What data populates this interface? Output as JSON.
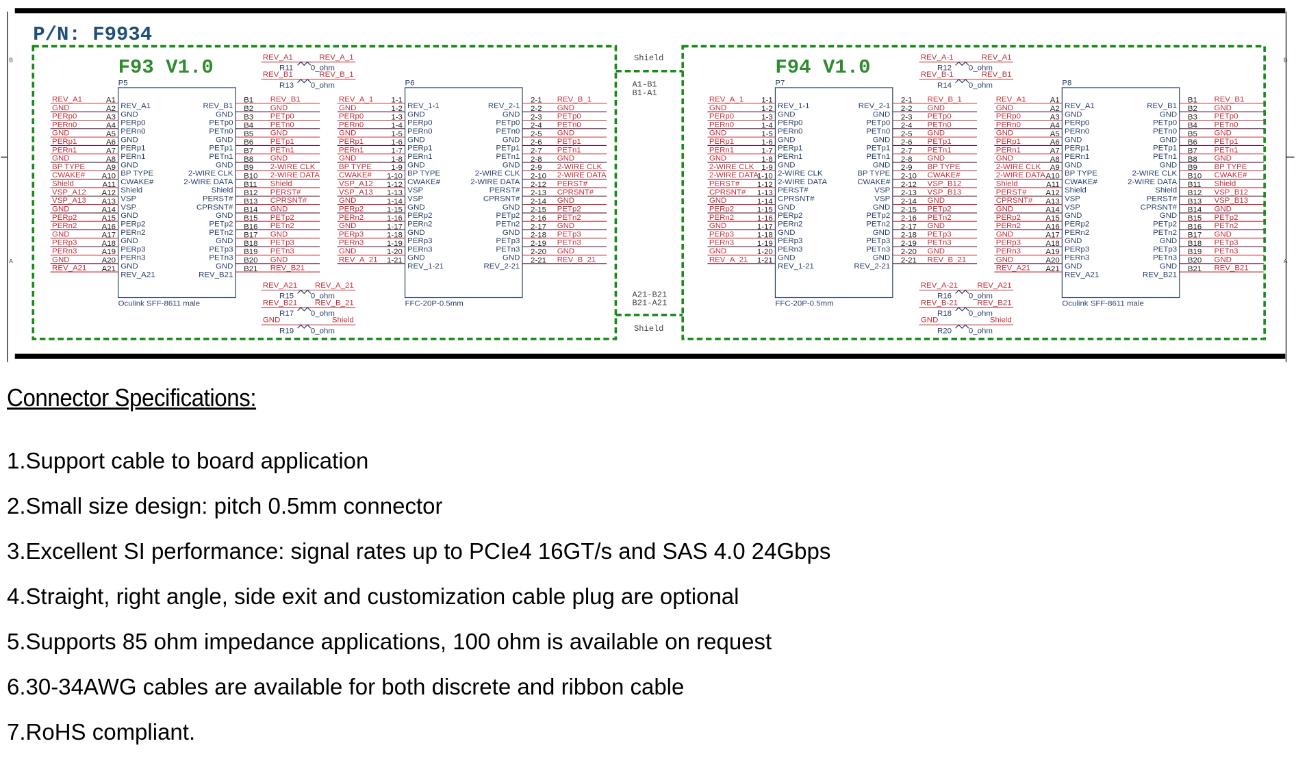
{
  "title": {
    "part_number": "P/N: F9934"
  },
  "colors": {
    "border_green": "#1a8a1a",
    "title_green": "#2e8b2e",
    "pn_blue": "#1f4f7a",
    "net_red": "#c0303a",
    "wire_dark": "#5a1a3a",
    "box_blue": "#2a3f6a",
    "frame_black": "#000000"
  },
  "frame": {
    "zone_left": [
      "B",
      "A"
    ],
    "zone_right": [
      "B",
      "A"
    ]
  },
  "middle": {
    "shield_top": "Shield",
    "pair_top_1": "A1-B1",
    "pair_top_2": "B1-A1",
    "pair_bottom_1": "A21-B21",
    "pair_bottom_2": "B21-A21",
    "shield_bottom": "Shield"
  },
  "boards": [
    {
      "title": "F93 V1.0",
      "resistors_top": [
        {
          "left": "REV_A1",
          "right": "REV_A_1",
          "ref": "R11",
          "value": "0_ohm"
        },
        {
          "left": "REV_B1",
          "right": "REV_B_1",
          "ref": "R13",
          "value": "0_ohm"
        }
      ],
      "resistors_bottom": [
        {
          "left": "REV_A21",
          "right": "REV_A_21",
          "ref": "R15",
          "value": "0_ohm"
        },
        {
          "left": "REV_B21",
          "right": "REV_B_21",
          "ref": "R17",
          "value": "0_ohm"
        },
        {
          "left": "GND",
          "right": "Shield",
          "ref": "R19",
          "value": "0_ohm"
        }
      ],
      "connectors": [
        {
          "ref": "P5",
          "footprint": "Oculink SFF-8611 male",
          "left_pins": [
            "A1",
            "A2",
            "A3",
            "A4",
            "A5",
            "A6",
            "A7",
            "A8",
            "A9",
            "A10",
            "A11",
            "A12",
            "A13",
            "A14",
            "A15",
            "A16",
            "A17",
            "A18",
            "A19",
            "A20",
            "A21"
          ],
          "left_nets": [
            "REV_A1",
            "GND",
            "PERp0",
            "PERn0",
            "GND",
            "PERp1",
            "PERn1",
            "GND",
            "BP TYPE",
            "CWAKE#",
            "Shield",
            "VSP_A12",
            "VSP_A13",
            "GND",
            "PERp2",
            "PERn2",
            "GND",
            "PERp3",
            "PERn3",
            "GND",
            "REV_A21"
          ],
          "left_inner": [
            "REV_A1",
            "GND",
            "PERp0",
            "PERn0",
            "GND",
            "PERp1",
            "PERn1",
            "GND",
            "BP TYPE",
            "CWAKE#",
            "Shield",
            "VSP",
            "VSP",
            "GND",
            "PERp2",
            "PERn2",
            "GND",
            "PERp3",
            "PERn3",
            "GND",
            "REV_A21"
          ],
          "right_pins": [
            "B1",
            "B2",
            "B3",
            "B4",
            "B5",
            "B6",
            "B7",
            "B8",
            "B9",
            "B10",
            "B11",
            "B12",
            "B13",
            "B14",
            "B15",
            "B16",
            "B17",
            "B18",
            "B19",
            "B20",
            "B21"
          ],
          "right_nets": [
            "REV_B1",
            "GND",
            "PETp0",
            "PETn0",
            "GND",
            "PETp1",
            "PETn1",
            "GND",
            "2-WIRE CLK",
            "2-WIRE DATA",
            "Shield",
            "PERST#",
            "CPRSNT#",
            "GND",
            "PETp2",
            "PETn2",
            "GND",
            "PETp3",
            "PETn3",
            "GND",
            "REV_B21"
          ],
          "right_inner": [
            "REV_B1",
            "GND",
            "PETp0",
            "PETn0",
            "GND",
            "PETp1",
            "PETn1",
            "GND",
            "2-WIRE CLK",
            "2-WIRE DATA",
            "Shield",
            "PERST#",
            "CPRSNT#",
            "GND",
            "PETp2",
            "PETn2",
            "GND",
            "PETp3",
            "PETn3",
            "GND",
            "REV_B21"
          ]
        },
        {
          "ref": "P6",
          "footprint": "FFC-20P-0.5mm",
          "left_pins": [
            "1-1",
            "1-2",
            "1-3",
            "1-4",
            "1-5",
            "1-6",
            "1-7",
            "1-8",
            "1-9",
            "1-10",
            "1-12",
            "1-13",
            "1-14",
            "1-15",
            "1-16",
            "1-17",
            "1-18",
            "1-19",
            "1-20",
            "1-21"
          ],
          "left_nets": [
            "REV_A_1",
            "GND",
            "PERp0",
            "PERn0",
            "GND",
            "PERp1",
            "PERn1",
            "GND",
            "BP TYPE",
            "CWAKE#",
            "VSP_A12",
            "VSP_A13",
            "GND",
            "PERp2",
            "PERn2",
            "GND",
            "PERp3",
            "PERn3",
            "GND",
            "REV_A_21"
          ],
          "left_inner": [
            "REV_1-1",
            "GND",
            "PERp0",
            "PERn0",
            "GND",
            "PERp1",
            "PERn1",
            "GND",
            "BP TYPE",
            "CWAKE#",
            "VSP",
            "VSP",
            "GND",
            "PERp2",
            "PERn2",
            "GND",
            "PERp3",
            "PERn3",
            "GND",
            "REV_1-21"
          ],
          "right_pins": [
            "2-1",
            "2-2",
            "2-3",
            "2-4",
            "2-5",
            "2-6",
            "2-7",
            "2-8",
            "2-9",
            "2-10",
            "2-12",
            "2-13",
            "2-14",
            "2-15",
            "2-16",
            "2-17",
            "2-18",
            "2-19",
            "2-20",
            "2-21"
          ],
          "right_nets": [
            "REV_B_1",
            "GND",
            "PETp0",
            "PETn0",
            "GND",
            "PETp1",
            "PETn1",
            "GND",
            "2-WIRE CLK",
            "2-WIRE DATA",
            "PERST#",
            "CPRSNT#",
            "GND",
            "PETp2",
            "PETn2",
            "GND",
            "PETp3",
            "PETn3",
            "GND",
            "REV_B_21"
          ],
          "right_inner": [
            "REV_2-1",
            "GND",
            "PETp0",
            "PETn0",
            "GND",
            "PETp1",
            "PETn1",
            "GND",
            "2-WIRE CLK",
            "2-WIRE DATA",
            "PERST#",
            "CPRSNT#",
            "GND",
            "PETp2",
            "PETn2",
            "GND",
            "PETp3",
            "PETn3",
            "GND",
            "REV_2-21"
          ]
        }
      ]
    },
    {
      "title": "F94 V1.0",
      "resistors_top": [
        {
          "left": "REV_A-1",
          "right": "REV_A1",
          "ref": "R12",
          "value": "0_ohm"
        },
        {
          "left": "REV_B-1",
          "right": "REV_B1",
          "ref": "R14",
          "value": "0_ohm"
        }
      ],
      "resistors_bottom": [
        {
          "left": "REV_A-21",
          "right": "REV_A21",
          "ref": "R16",
          "value": "0_ohm"
        },
        {
          "left": "REV_B-21",
          "right": "REV_B21",
          "ref": "R18",
          "value": "0_ohm"
        },
        {
          "left": "GND",
          "right": "Shield",
          "ref": "R20",
          "value": "0_ohm"
        }
      ],
      "connectors": [
        {
          "ref": "P7",
          "footprint": "FFC-20P-0.5mm",
          "left_pins": [
            "1-1",
            "1-2",
            "1-3",
            "1-4",
            "1-5",
            "1-6",
            "1-7",
            "1-8",
            "1-9",
            "1-10",
            "1-12",
            "1-13",
            "1-14",
            "1-15",
            "1-16",
            "1-17",
            "1-18",
            "1-19",
            "1-20",
            "1-21"
          ],
          "left_nets": [
            "REV_A_1",
            "GND",
            "PERp0",
            "PERn0",
            "GND",
            "PERp1",
            "PERn1",
            "GND",
            "2-WIRE CLK",
            "2-WIRE DATA",
            "PERST#",
            "CPRSNT#",
            "GND",
            "PERp2",
            "PERn2",
            "GND",
            "PERp3",
            "PERn3",
            "GND",
            "REV_A_21"
          ],
          "left_inner": [
            "REV_1-1",
            "GND",
            "PERp0",
            "PERn0",
            "GND",
            "PERp1",
            "PERn1",
            "GND",
            "2-WIRE CLK",
            "2-WIRE DATA",
            "PERST#",
            "CPRSNT#",
            "GND",
            "PERp2",
            "PERn2",
            "GND",
            "PERp3",
            "PERn3",
            "GND",
            "REV_1-21"
          ],
          "right_pins": [
            "2-1",
            "2-2",
            "2-3",
            "2-4",
            "2-5",
            "2-6",
            "2-7",
            "2-8",
            "2-9",
            "2-10",
            "2-12",
            "2-13",
            "2-14",
            "2-15",
            "2-16",
            "2-17",
            "2-18",
            "2-19",
            "2-20",
            "2-21"
          ],
          "right_nets": [
            "REV_B_1",
            "GND",
            "PETp0",
            "PETn0",
            "GND",
            "PETp1",
            "PETn1",
            "GND",
            "BP TYPE",
            "CWAKE#",
            "VSP_B12",
            "VSP_B13",
            "GND",
            "PETp2",
            "PETn2",
            "GND",
            "PETp3",
            "PETn3",
            "GND",
            "REV_B_21"
          ],
          "right_inner": [
            "REV_2-1",
            "GND",
            "PETp0",
            "PETn0",
            "GND",
            "PETp1",
            "PETn1",
            "GND",
            "BP TYPE",
            "CWAKE#",
            "VSP",
            "VSP",
            "GND",
            "PETp2",
            "PETn2",
            "GND",
            "PETp3",
            "PETn3",
            "GND",
            "REV_2-21"
          ]
        },
        {
          "ref": "P8",
          "footprint": "Oculink SFF-8611 male",
          "left_pins": [
            "A1",
            "A2",
            "A3",
            "A4",
            "A5",
            "A6",
            "A7",
            "A8",
            "A9",
            "A10",
            "A11",
            "A12",
            "A13",
            "A14",
            "A15",
            "A16",
            "A17",
            "A18",
            "A19",
            "A20",
            "A21"
          ],
          "left_nets": [
            "REV_A1",
            "GND",
            "PERp0",
            "PERn0",
            "GND",
            "PERp1",
            "PERn1",
            "GND",
            "2-WIRE CLK",
            "2-WIRE DATA",
            "Shield",
            "PERST#",
            "CPRSNT#",
            "GND",
            "PERp2",
            "PERn2",
            "GND",
            "PERp3",
            "PERn3",
            "GND",
            "REV_A21"
          ],
          "left_inner": [
            "REV_A1",
            "GND",
            "PERp0",
            "PERn0",
            "GND",
            "PERp1",
            "PERn1",
            "GND",
            "BP TYPE",
            "CWAKE#",
            "Shield",
            "VSP",
            "VSP",
            "GND",
            "PERp2",
            "PERn2",
            "GND",
            "PERp3",
            "PERn3",
            "GND",
            "REV_A21"
          ],
          "right_pins": [
            "B1",
            "B2",
            "B3",
            "B4",
            "B5",
            "B6",
            "B7",
            "B8",
            "B9",
            "B10",
            "B11",
            "B12",
            "B13",
            "B14",
            "B15",
            "B16",
            "B17",
            "B18",
            "B19",
            "B20",
            "B21"
          ],
          "right_nets": [
            "REV_B1",
            "GND",
            "PETp0",
            "PETn0",
            "GND",
            "PETp1",
            "PETn1",
            "GND",
            "BP TYPE",
            "CWAKE#",
            "Shield",
            "VSP_B12",
            "VSP_B13",
            "GND",
            "PETp2",
            "PETn2",
            "GND",
            "PETp3",
            "PETn3",
            "GND",
            "REV_B21"
          ],
          "right_inner": [
            "REV_B1",
            "GND",
            "PETp0",
            "PETn0",
            "GND",
            "PETp1",
            "PETn1",
            "GND",
            "2-WIRE CLK",
            "2-WIRE DATA",
            "Shield",
            "PERST#",
            "CPRSNT#",
            "GND",
            "PETp2",
            "PETn2",
            "GND",
            "PETp3",
            "PETn3",
            "GND",
            "REV_B21"
          ]
        }
      ]
    }
  ],
  "specs": {
    "heading": "Connector Specifications:",
    "items": [
      "1.Support cable to board application",
      "2.Small size design: pitch 0.5mm connector",
      "3.Excellent SI performance: signal rates up to PCIe4 16GT/s and SAS 4.0 24Gbps",
      "4.Straight, right angle, side exit and customization cable plug are optional",
      "5.Supports 85 ohm impedance applications, 100 ohm is available on request",
      "6.30-34AWG cables are available for both discrete and ribbon cable",
      "7.RoHS compliant."
    ]
  }
}
